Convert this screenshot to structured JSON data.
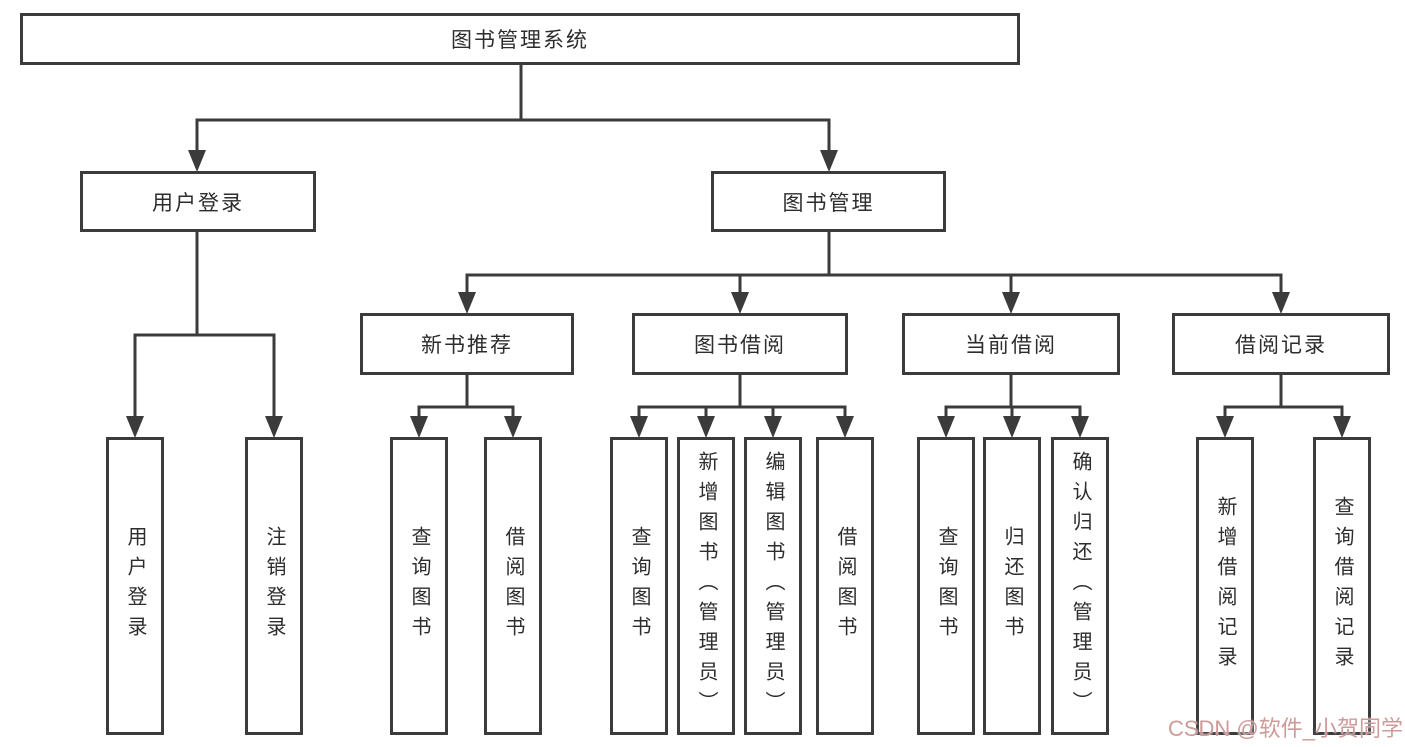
{
  "colors": {
    "line": "#3b3b3b",
    "text": "#2d2d2d",
    "bg": "#ffffff",
    "wm": "#cf9a9a"
  },
  "nodes": {
    "root": {
      "label": "图书管理系统"
    },
    "user_login": {
      "label": "用户登录"
    },
    "book_mgmt": {
      "label": "图书管理"
    },
    "new_book_rec": {
      "label": "新书推荐"
    },
    "book_borrow": {
      "label": "图书借阅"
    },
    "current_borrow": {
      "label": "当前借阅"
    },
    "borrow_records": {
      "label": "借阅记录"
    },
    "login": {
      "label": "用户登录"
    },
    "logout": {
      "label": "注销登录"
    },
    "rec_query_book": {
      "label": "查询图书"
    },
    "rec_borrow_book": {
      "label": "借阅图书"
    },
    "bb_query_book": {
      "label": "查询图书"
    },
    "bb_add_book": {
      "label": "新增图书（管理员）"
    },
    "bb_edit_book": {
      "label": "编辑图书（管理员）"
    },
    "bb_borrow_book": {
      "label": "借阅图书"
    },
    "cb_query_book": {
      "label": "查询图书"
    },
    "cb_return_book": {
      "label": "归还图书"
    },
    "cb_confirm_return": {
      "label": "确认归还（管理员）"
    },
    "br_add_record": {
      "label": "新增借阅记录"
    },
    "br_query_record": {
      "label": "查询借阅记录"
    }
  },
  "watermark": {
    "text": "CSDN @软件_小贺同学"
  }
}
